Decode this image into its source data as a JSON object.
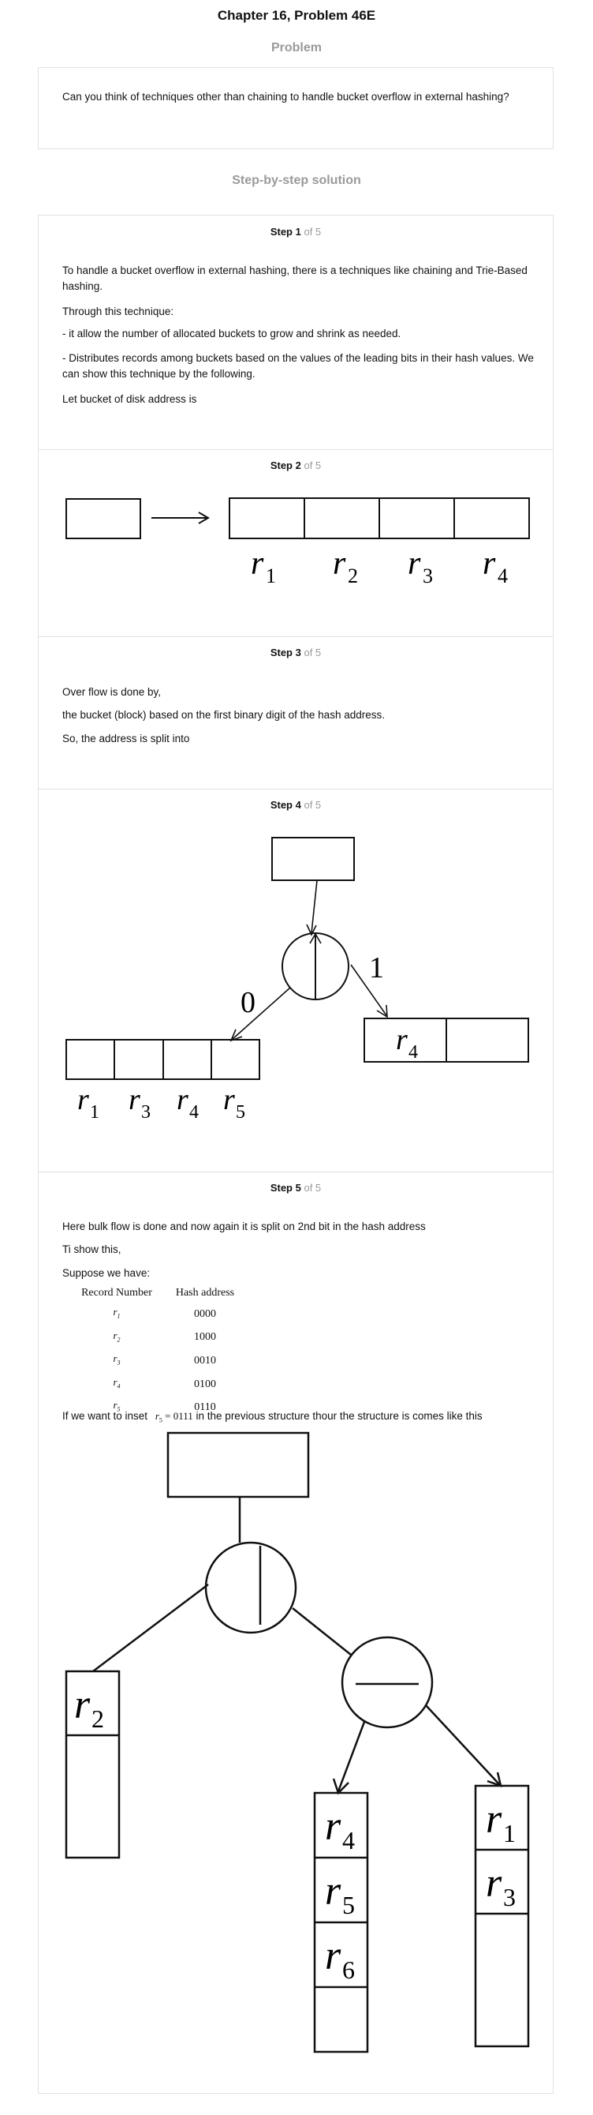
{
  "page": {
    "title": "Chapter 16, Problem 46E",
    "problem_heading": "Problem",
    "problem_text": "Can you think of techniques other than chaining to handle bucket overflow in external hashing?",
    "solution_heading": "Step-by-step solution"
  },
  "step_of": "of 5",
  "steps": [
    {
      "label": "Step 1",
      "paragraphs": [
        "To handle a bucket overflow in external hashing, there is a techniques like chaining and Trie-Based hashing.",
        "Through this technique:",
        "- it allow the number of allocated buckets to grow and shrink as needed.",
        "- Distributes records among buckets based on the values of the leading bits in their hash values. We can show this technique by the following.",
        "Let bucket of disk address is"
      ]
    },
    {
      "label": "Step 2",
      "records": [
        "r",
        "r",
        "r",
        "r"
      ],
      "subscripts": [
        "1",
        "2",
        "3",
        "4"
      ]
    },
    {
      "label": "Step 3",
      "paragraphs": [
        "Over flow is done by,",
        "the bucket (block) based on the first binary digit of the hash address.",
        "So, the address is split into"
      ]
    },
    {
      "label": "Step 4",
      "bit_zero": "0",
      "bit_one": "1",
      "left_records": [
        "r",
        "r",
        "r",
        "r"
      ],
      "left_subscripts": [
        "1",
        "3",
        "4",
        "5"
      ],
      "right_record": "r",
      "right_subscript": "4"
    },
    {
      "label": "Step 5",
      "paragraphs": [
        "Here bulk flow is done and now again it is split on 2nd bit in the hash address",
        "Ti show this,",
        "Suppose we have:"
      ],
      "table": {
        "headers": [
          "Record Number",
          "Hash address"
        ],
        "rows": [
          [
            "r",
            "1",
            "0000"
          ],
          [
            "r",
            "2",
            "1000"
          ],
          [
            "r",
            "3",
            "0010"
          ],
          [
            "r",
            "4",
            "0100"
          ],
          [
            "r",
            "5",
            "0110"
          ]
        ]
      },
      "insert_text_before": "If we want to inset",
      "insert_eq_var": "r",
      "insert_eq_sub": "5",
      "insert_eq_value": "= 0111",
      "insert_text_after": "in the previous structure thour the structure is comes like this",
      "tree": {
        "left_bucket": {
          "r": "r",
          "sub": "2"
        },
        "middle_bucket": [
          {
            "r": "r",
            "sub": "4"
          },
          {
            "r": "r",
            "sub": "5"
          },
          {
            "r": "r",
            "sub": "6"
          }
        ],
        "right_bucket": [
          {
            "r": "r",
            "sub": "1"
          },
          {
            "r": "r",
            "sub": "3"
          }
        ]
      }
    }
  ]
}
